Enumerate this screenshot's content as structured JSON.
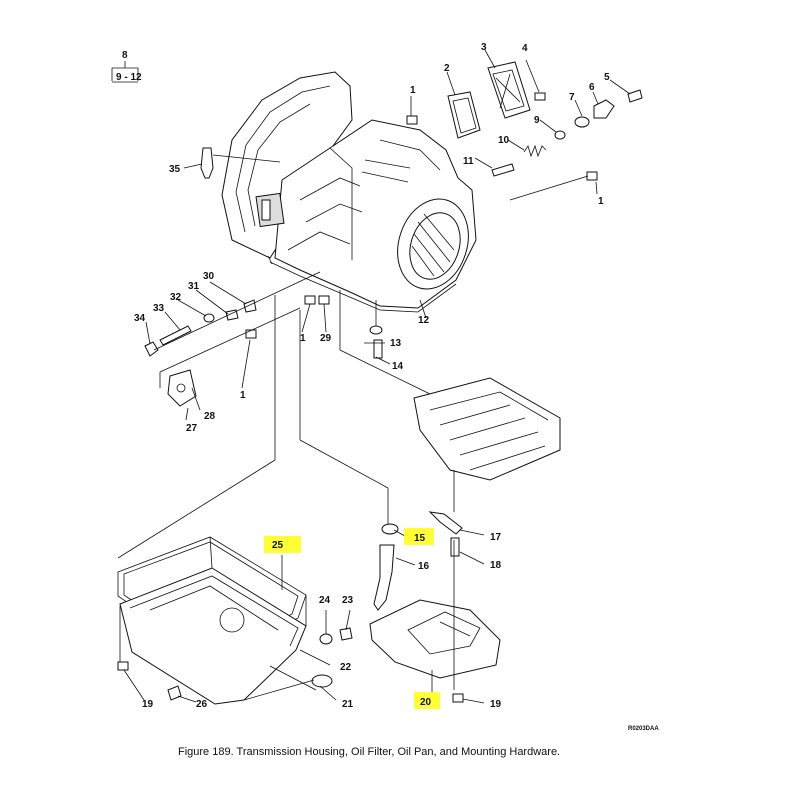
{
  "reference": {
    "top": "8",
    "range": "9 - 12"
  },
  "callouts": [
    {
      "id": "c1a",
      "text": "1"
    },
    {
      "id": "c1b",
      "text": "1"
    },
    {
      "id": "c1c",
      "text": "1"
    },
    {
      "id": "c1d",
      "text": "1"
    },
    {
      "id": "c2",
      "text": "2"
    },
    {
      "id": "c3",
      "text": "3"
    },
    {
      "id": "c4",
      "text": "4"
    },
    {
      "id": "c5",
      "text": "5"
    },
    {
      "id": "c6",
      "text": "6"
    },
    {
      "id": "c7",
      "text": "7"
    },
    {
      "id": "c9",
      "text": "9"
    },
    {
      "id": "c10",
      "text": "10"
    },
    {
      "id": "c11",
      "text": "11"
    },
    {
      "id": "c12",
      "text": "12"
    },
    {
      "id": "c13",
      "text": "13"
    },
    {
      "id": "c14",
      "text": "14"
    },
    {
      "id": "c15",
      "text": "15",
      "highlighted": true
    },
    {
      "id": "c16",
      "text": "16"
    },
    {
      "id": "c17",
      "text": "17"
    },
    {
      "id": "c18",
      "text": "18"
    },
    {
      "id": "c19a",
      "text": "19"
    },
    {
      "id": "c19b",
      "text": "19"
    },
    {
      "id": "c20",
      "text": "20",
      "highlighted": true
    },
    {
      "id": "c21",
      "text": "21"
    },
    {
      "id": "c22",
      "text": "22"
    },
    {
      "id": "c23",
      "text": "23"
    },
    {
      "id": "c24",
      "text": "24"
    },
    {
      "id": "c25",
      "text": "25",
      "highlighted": true
    },
    {
      "id": "c26",
      "text": "26"
    },
    {
      "id": "c27",
      "text": "27"
    },
    {
      "id": "c28",
      "text": "28"
    },
    {
      "id": "c29",
      "text": "29"
    },
    {
      "id": "c30",
      "text": "30"
    },
    {
      "id": "c31",
      "text": "31"
    },
    {
      "id": "c32",
      "text": "32"
    },
    {
      "id": "c33",
      "text": "33"
    },
    {
      "id": "c34",
      "text": "34"
    },
    {
      "id": "c35",
      "text": "35"
    }
  ],
  "drawing_code": "R0203DAA",
  "caption": "Figure  189.   Transmission Housing, Oil Filter, Oil Pan, and Mounting Hardware.",
  "highlight_color": "#ffff33"
}
